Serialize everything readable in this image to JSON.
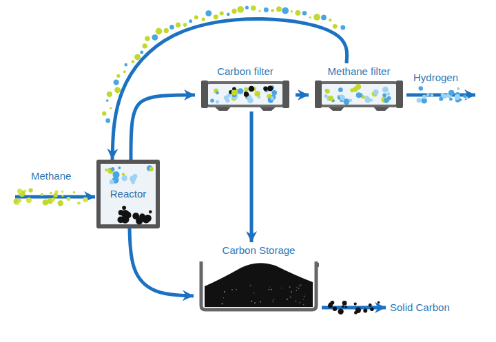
{
  "diagram": {
    "nodes": [
      {
        "text": [
          "Carbon filter"
        ]
      },
      {
        "text": [
          "Methane filter"
        ]
      },
      {
        "text": [
          "Reactor"
        ]
      },
      {
        "text": [
          "Carbon Storage"
        ]
      }
    ],
    "edges": [
      {
        "from": 2,
        "to": 0,
        "arrow": "to"
      },
      {
        "from": 0,
        "to": 1,
        "arrow": "to"
      },
      {
        "from": 1,
        "to": 2,
        "arrow": "to"
      },
      {
        "from": 0,
        "to": 3,
        "arrow": "to"
      },
      {
        "from": 2,
        "to": 3,
        "arrow": "to"
      }
    ],
    "labels": [
      "Methane",
      "Hydrogen",
      "Solid Carbon"
    ]
  }
}
